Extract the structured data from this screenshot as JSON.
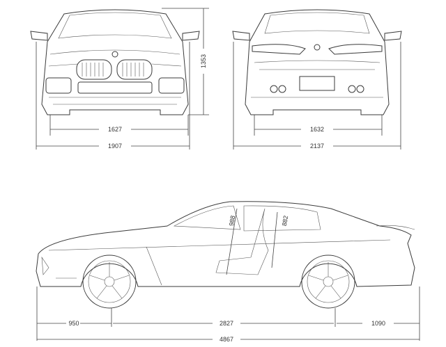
{
  "title": "Vehicle dimensions drawing",
  "front_view": {
    "track_front": "1627",
    "width": "1907",
    "height": "1353"
  },
  "rear_view": {
    "track_rear": "1632",
    "width_mirrors": "2137"
  },
  "side_view": {
    "front_overhang": "950",
    "wheelbase": "2827",
    "rear_overhang": "1090",
    "length": "4867",
    "headroom_front": "988",
    "headroom_rear": "882"
  },
  "units": "mm",
  "colors": {
    "line": "#3a3a3a",
    "background": "#ffffff"
  }
}
